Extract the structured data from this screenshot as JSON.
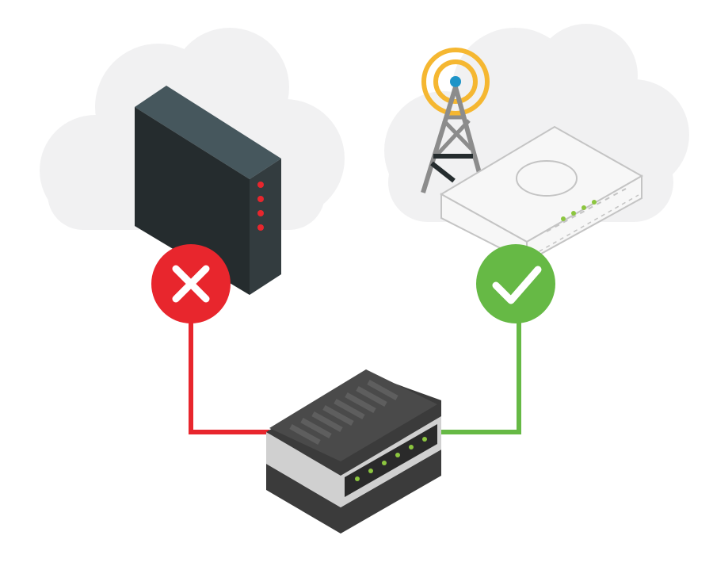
{
  "colors": {
    "background": "#ffffff",
    "cloud": "#f1f1f2",
    "failure": "#e8262d",
    "success": "#66b945",
    "modem_front": "#252c2e",
    "modem_top": "#46575d",
    "modem_side": "#333c3f",
    "modem_led": "#e8262d",
    "router_body": "#f7f7f7",
    "router_outline": "#c4c4c4",
    "router_led": "#8cc63f",
    "tower_structure": "#8c8c8c",
    "tower_signal_ring": "#f5b731",
    "tower_signal_dot": "#1e94c8",
    "switch_top": "#3b3b3b",
    "switch_front": "#d0d0d0",
    "switch_port": "#2a2a2a",
    "switch_led": "#8cc63f"
  },
  "diagram": {
    "nodes": [
      {
        "id": "wired-modem",
        "icon": "modem-icon",
        "status": "failed",
        "status_icon": "x-mark-icon"
      },
      {
        "id": "cellular-router",
        "icon": "cellular-router-icon",
        "status": "ok",
        "status_icon": "check-mark-icon"
      },
      {
        "id": "network-switch",
        "icon": "switch-icon"
      }
    ],
    "links": [
      {
        "from": "wired-modem",
        "to": "network-switch",
        "status": "failed"
      },
      {
        "from": "cellular-router",
        "to": "network-switch",
        "status": "ok"
      }
    ]
  }
}
